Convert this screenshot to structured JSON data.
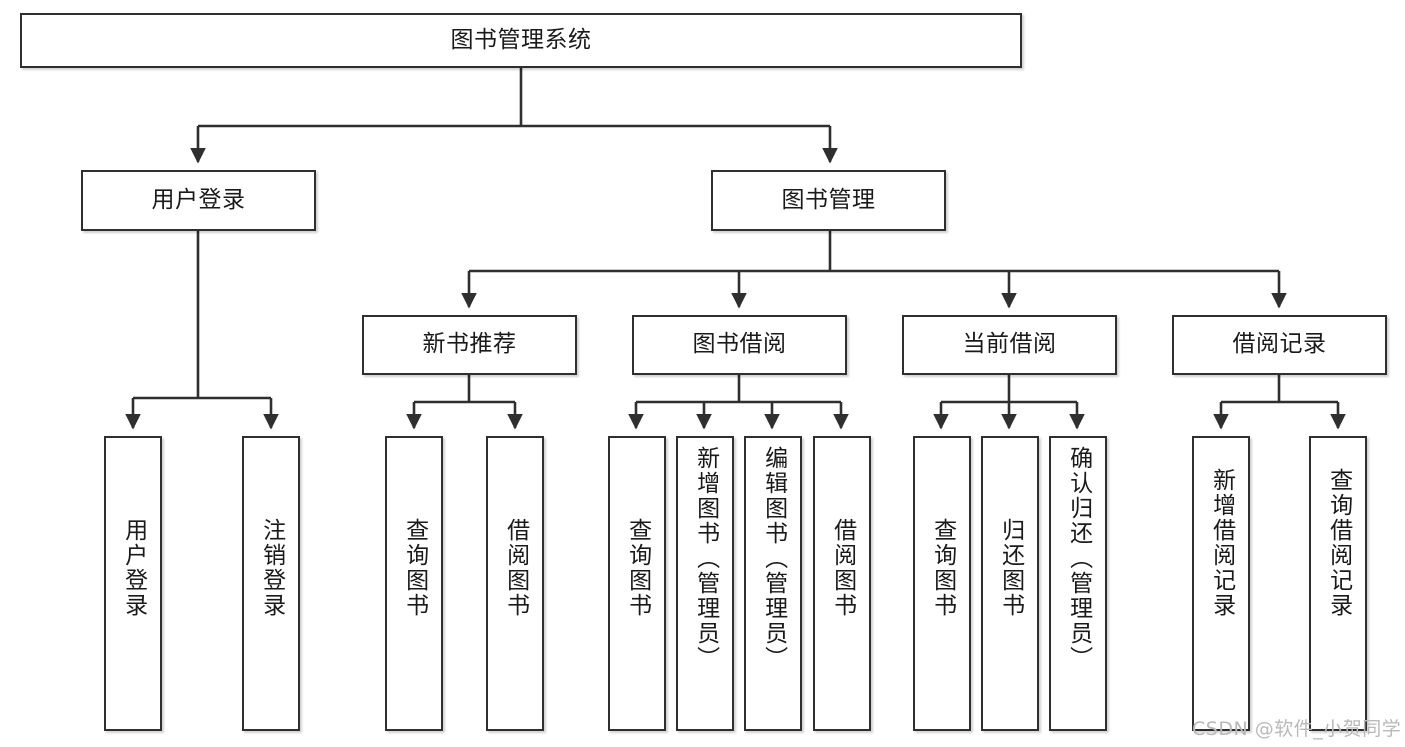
{
  "diagram": {
    "title": "图书管理系统",
    "style": {
      "box_border_color": "#2f2f2f",
      "box_fill_color": "#ffffff",
      "line_color": "#2f2f2f",
      "text_color": "#1a1a1a",
      "background": "#ffffff",
      "watermark_color": "#b9b9b9"
    },
    "root": {
      "label": "图书管理系统"
    },
    "level2": [
      {
        "label": "用户登录"
      },
      {
        "label": "图书管理"
      }
    ],
    "level3": [
      {
        "label": "新书推荐"
      },
      {
        "label": "图书借阅"
      },
      {
        "label": "当前借阅"
      },
      {
        "label": "借阅记录"
      }
    ],
    "leaves": {
      "user_login": [
        {
          "label": "用户登录"
        },
        {
          "label": "注销登录"
        }
      ],
      "new_book_recommend": [
        {
          "label": "查询图书"
        },
        {
          "label": "借阅图书"
        }
      ],
      "book_borrow": [
        {
          "label": "查询图书"
        },
        {
          "label": "新增图书（管理员）"
        },
        {
          "label": "编辑图书（管理员）"
        },
        {
          "label": "借阅图书"
        }
      ],
      "current_borrow": [
        {
          "label": "查询图书"
        },
        {
          "label": "归还图书"
        },
        {
          "label": "确认归还（管理员）"
        }
      ],
      "borrow_record": [
        {
          "label": "新增借阅记录"
        },
        {
          "label": "查询借阅记录"
        }
      ]
    },
    "watermark": "CSDN @软件_小贺同学"
  }
}
